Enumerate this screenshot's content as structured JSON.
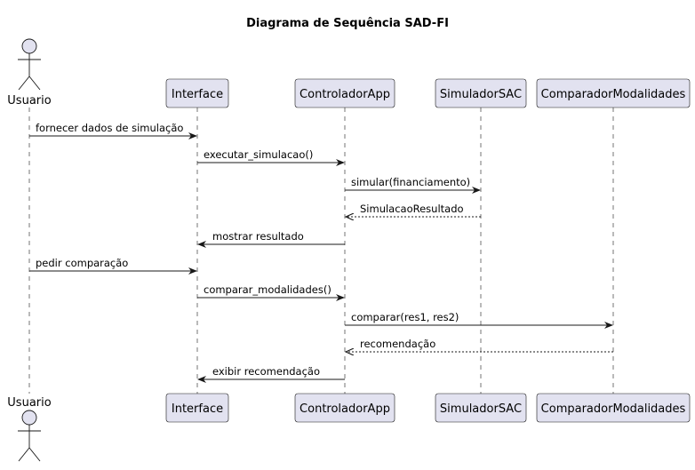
{
  "diagram": {
    "title": "Diagrama de Sequência SAD-FI",
    "participants": [
      {
        "id": "usuario",
        "label": "Usuario",
        "kind": "actor"
      },
      {
        "id": "interface",
        "label": "Interface",
        "kind": "participant"
      },
      {
        "id": "controlador",
        "label": "ControladorApp",
        "kind": "participant"
      },
      {
        "id": "simulador",
        "label": "SimuladorSAC",
        "kind": "participant"
      },
      {
        "id": "comparador",
        "label": "ComparadorModalidades",
        "kind": "participant"
      }
    ],
    "messages": [
      {
        "from": "usuario",
        "to": "interface",
        "label": "fornecer dados de simulação",
        "kind": "sync"
      },
      {
        "from": "interface",
        "to": "controlador",
        "label": "executar_simulacao()",
        "kind": "sync"
      },
      {
        "from": "controlador",
        "to": "simulador",
        "label": "simular(financiamento)",
        "kind": "sync"
      },
      {
        "from": "simulador",
        "to": "controlador",
        "label": "SimulacaoResultado",
        "kind": "return"
      },
      {
        "from": "controlador",
        "to": "interface",
        "label": "mostrar resultado",
        "kind": "sync"
      },
      {
        "from": "usuario",
        "to": "interface",
        "label": "pedir comparação",
        "kind": "sync"
      },
      {
        "from": "interface",
        "to": "controlador",
        "label": "comparar_modalidades()",
        "kind": "sync"
      },
      {
        "from": "controlador",
        "to": "comparador",
        "label": "comparar(res1, res2)",
        "kind": "sync"
      },
      {
        "from": "comparador",
        "to": "controlador",
        "label": "recomendação",
        "kind": "return"
      },
      {
        "from": "controlador",
        "to": "interface",
        "label": "exibir recomendação",
        "kind": "sync"
      }
    ]
  }
}
